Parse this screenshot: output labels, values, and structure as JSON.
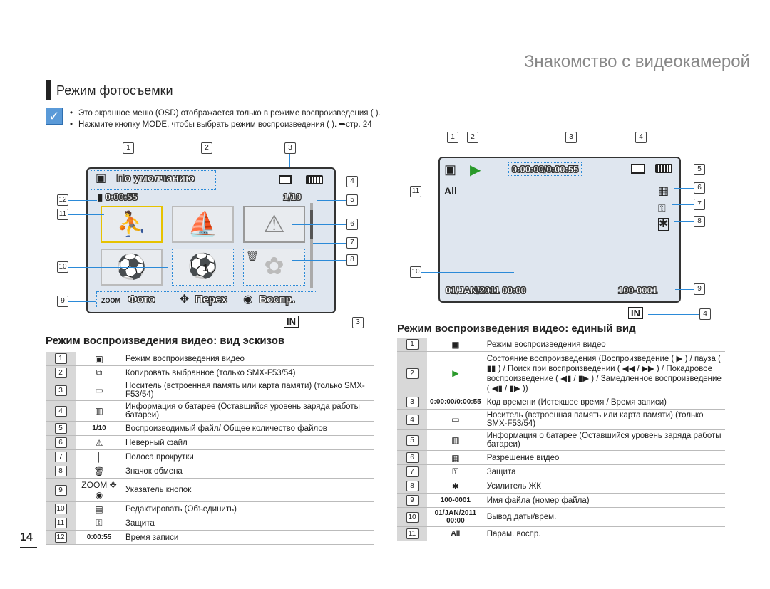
{
  "header": {
    "title": "Знакомство с видеокамерой"
  },
  "section": {
    "title": "Режим фотосъемки"
  },
  "notes": [
    "Это экранное меню (OSD) отображается только в режиме воспроизведения (  ).",
    "Нажмите кнопку MODE, чтобы выбрать режим воспроизведения (  ). ➥стр. 24"
  ],
  "left_screen": {
    "default_label": "По умолчанию",
    "rec_time": "0:00:55",
    "file_count": "1/10",
    "zoom": "ZOOM",
    "photo": "Фото",
    "move": "Перех",
    "play": "Воспр.",
    "combined_count": "1",
    "callouts": [
      "1",
      "2",
      "3",
      "4",
      "5",
      "6",
      "7",
      "8",
      "9",
      "10",
      "11",
      "12"
    ],
    "in_label": "IN"
  },
  "right_screen": {
    "timecode": "0:00:00/0:00:55",
    "datetime": "01/JAN/2011 00:00",
    "file_num": "100-0001",
    "all_label": "All",
    "in_label": "IN",
    "callouts": [
      "1",
      "2",
      "3",
      "4",
      "5",
      "6",
      "7",
      "8",
      "9",
      "10",
      "11"
    ]
  },
  "left_table": {
    "title": "Режим воспроизведения видео: вид эскизов",
    "rows": [
      {
        "n": "1",
        "icon": "play-mode-icon",
        "text": "Режим воспроизведения видео"
      },
      {
        "n": "2",
        "icon": "copy-icon",
        "text": "Копировать выбранное (только SMX-F53/54)"
      },
      {
        "n": "3",
        "icon": "storage-icon",
        "text": "Носитель (встроенная память или карта памяти) (только SMX-F53/54)"
      },
      {
        "n": "4",
        "icon": "battery-icon",
        "text": "Информация о батарее (Оставшийся уровень заряда работы батареи)"
      },
      {
        "n": "5",
        "icon": "1/10",
        "text": "Воспроизводимый файл/ Общее количество файлов"
      },
      {
        "n": "6",
        "icon": "warning-icon",
        "text": "Неверный файл"
      },
      {
        "n": "7",
        "icon": "scrollbar-icon",
        "text": "Полоса прокрутки"
      },
      {
        "n": "8",
        "icon": "trash-icon",
        "text": "Значок обмена"
      },
      {
        "n": "9",
        "icon": "zoom-icon",
        "text": "Указатель кнопок"
      },
      {
        "n": "10",
        "icon": "edit-icon",
        "text": "Редактировать (Объединить)"
      },
      {
        "n": "11",
        "icon": "key-icon",
        "text": "Защита"
      },
      {
        "n": "12",
        "icon": "0:00:55",
        "text": "Время записи"
      }
    ]
  },
  "right_table": {
    "title": "Режим воспроизведения видео: единый вид",
    "rows": [
      {
        "n": "1",
        "icon": "play-mode-icon",
        "text": "Режим воспроизведения видео"
      },
      {
        "n": "2",
        "icon": "play-icon",
        "text": "Состояние воспроизведения (Воспроизведение ( ▶ ) / пауза ( ▮▮ ) / Поиск при воспроизведении ( ◀◀ / ▶▶ ) / Покадровое воспроизведение ( ◀▮ / ▮▶ ) / Замедленное воспроизведение ( ◀▮ / ▮▶ ))"
      },
      {
        "n": "3",
        "icon": "0:00:00/0:00:55",
        "text": "Код времени (Истекшее время / Время записи)"
      },
      {
        "n": "4",
        "icon": "storage-icon",
        "text": "Носитель (встроенная память или карта памяти) (только SMX-F53/54)"
      },
      {
        "n": "5",
        "icon": "battery-icon",
        "text": "Информация о батарее (Оставшийся уровень заряда работы батареи)"
      },
      {
        "n": "6",
        "icon": "resolution-icon",
        "text": "Разрешение видео"
      },
      {
        "n": "7",
        "icon": "key-icon",
        "text": "Защита"
      },
      {
        "n": "8",
        "icon": "lcd-enhancer-icon",
        "text": "Усилитель ЖК"
      },
      {
        "n": "9",
        "icon": "100-0001",
        "text": "Имя файла (номер файла)"
      },
      {
        "n": "10",
        "icon": "01/JAN/2011 00:00",
        "text": "Вывод даты/врем."
      },
      {
        "n": "11",
        "icon": "All",
        "text": "Парам. воспр."
      }
    ]
  },
  "page_number": "14"
}
